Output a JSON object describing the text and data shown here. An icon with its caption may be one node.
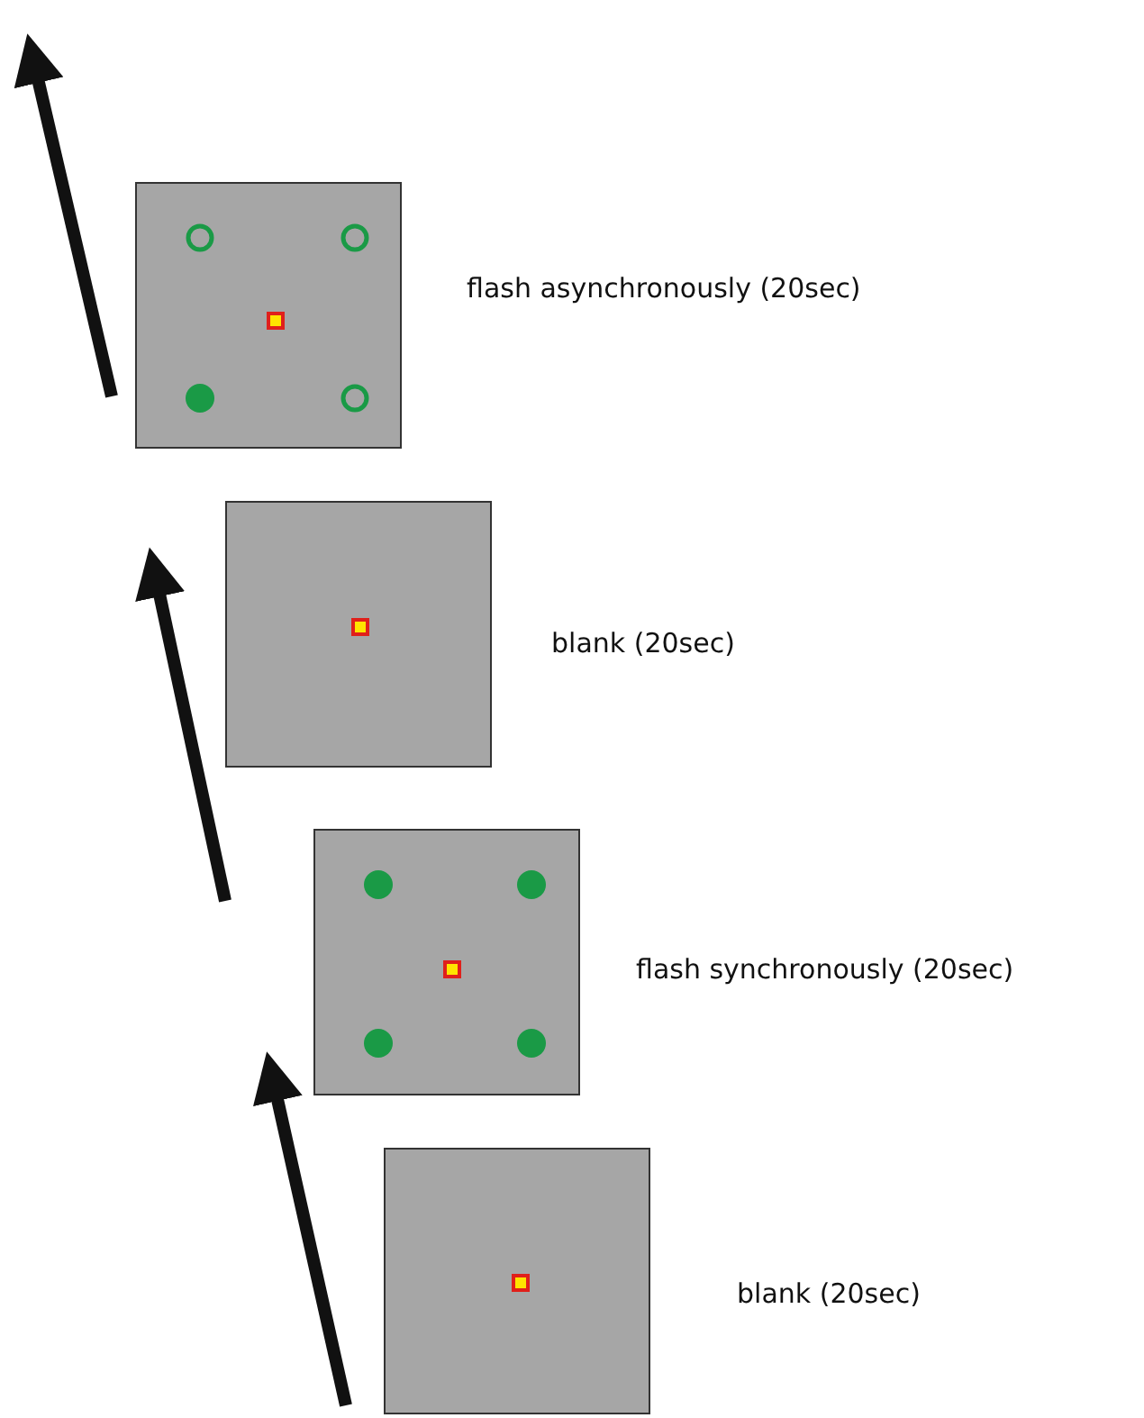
{
  "diagram": {
    "nodes": [
      {
        "text": [],
        "shape": "box",
        "beside": [
          "flash asynchronously (20sec)"
        ]
      },
      {
        "text": [],
        "shape": "box",
        "beside": [
          "blank (20sec)"
        ]
      },
      {
        "text": [],
        "shape": "box",
        "beside": [
          "flash synchronously (20sec)"
        ]
      },
      {
        "text": [],
        "shape": "box",
        "beside": [
          "blank (20sec)"
        ]
      }
    ]
  }
}
